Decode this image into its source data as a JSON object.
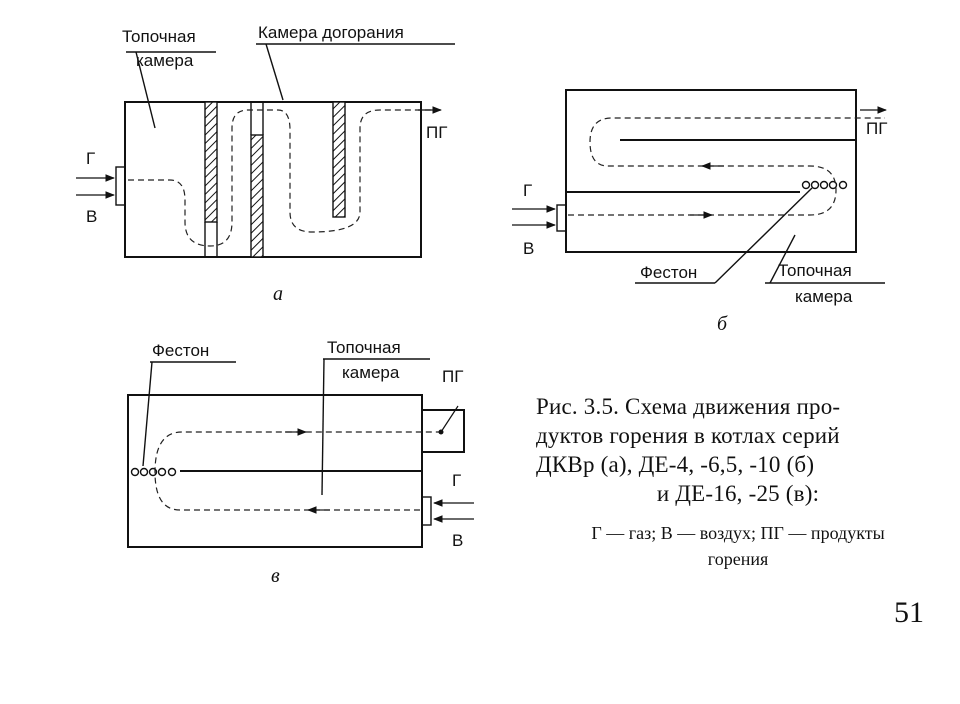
{
  "diagram_a": {
    "label_furnace": "Топочная\nкамера",
    "label_afterburn": "Камера догорания",
    "label_gas": "Г",
    "label_air": "В",
    "label_output": "ПГ",
    "sublabel": "а"
  },
  "diagram_b": {
    "label_gas": "Г",
    "label_air": "В",
    "label_output": "ПГ",
    "label_feston": "Фестон",
    "label_furnace": "Топочная\nкамера",
    "sublabel": "б"
  },
  "diagram_c": {
    "label_feston": "Фестон",
    "label_furnace": "Топочная\nкамера",
    "label_output": "ПГ",
    "label_gas": "Г",
    "label_air": "В",
    "sublabel": "в"
  },
  "caption": {
    "lines": [
      "Рис. 3.5. Схема движения про-",
      "дуктов горения в котлах серий",
      "ДКВр (а), ДЕ-4, -6,5, -10 (б)",
      "и ДЕ-16, -25 (в):"
    ]
  },
  "legend": {
    "lines": [
      "Г — газ; В — воздух; ПГ — продукты",
      "горения"
    ]
  },
  "page_number": "51"
}
